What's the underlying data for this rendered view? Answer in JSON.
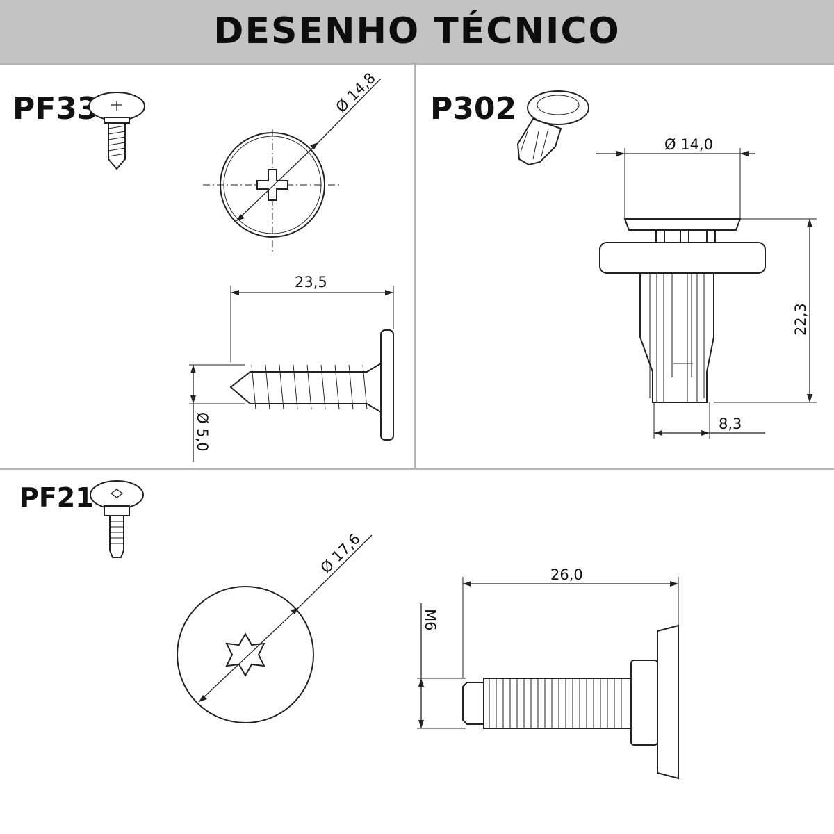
{
  "title": "DESENHO TÉCNICO",
  "parts": {
    "pf33": {
      "code": "PF33",
      "head_diameter": "Ø 14,8",
      "length": "23,5",
      "shank_diameter": "Ø 5,0"
    },
    "p302": {
      "code": "P302",
      "head_diameter": "Ø 14,0",
      "height": "22,3",
      "body_width": "8,3"
    },
    "pf21": {
      "code": "PF21",
      "head_diameter": "Ø 17,6",
      "length": "26,0",
      "thread": "M6"
    }
  },
  "colors": {
    "header_bg": "#c3c3c3",
    "separator": "#b5b5b5",
    "line": "#222222"
  }
}
